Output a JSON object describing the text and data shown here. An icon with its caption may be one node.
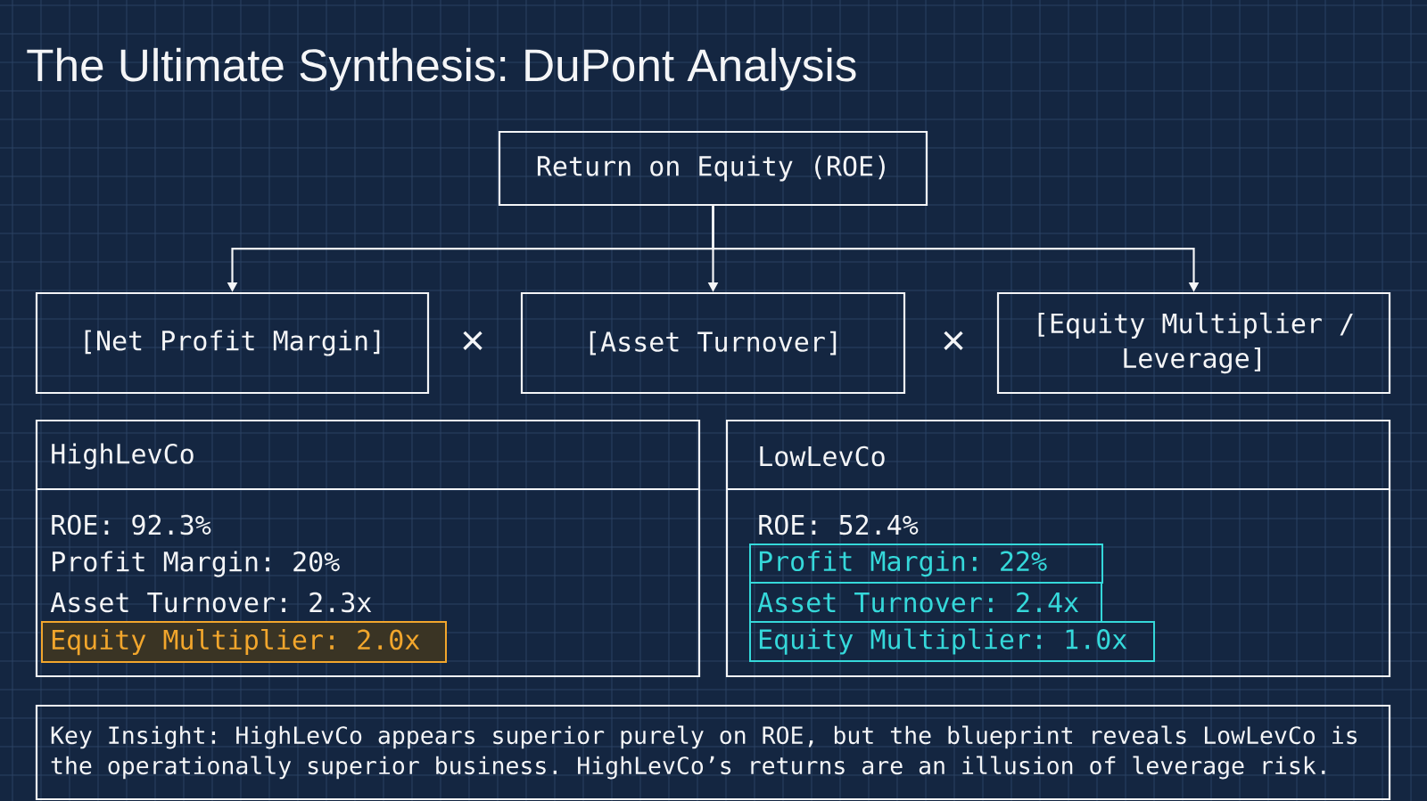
{
  "diagram": {
    "title": "The Ultimate Synthesis: DuPont Analysis",
    "nodes": [
      {
        "text": [
          "Return on Equity (ROE)"
        ]
      },
      {
        "text": [
          "[Net Profit Margin]"
        ]
      },
      {
        "text": [
          "[Asset Turnover]"
        ]
      },
      {
        "text": [
          "[Equity Multiplier / Leverage]"
        ]
      },
      {
        "text": [
          "HighLevCo",
          "ROE: 92.3%",
          "Profit Margin: 20%",
          "Asset Turnover: 2.3x"
        ]
      },
      {
        "text": [
          "Equity Multiplier: 2.0x"
        ],
        "in": 4
      },
      {
        "text": [
          "LowLevCo",
          "ROE: 52.4%"
        ]
      },
      {
        "text": [
          "Profit Margin: 22%"
        ],
        "in": 6
      },
      {
        "text": [
          "Asset Turnover: 2.4x"
        ],
        "in": 6
      },
      {
        "text": [
          "Equity Multiplier: 1.0x"
        ],
        "in": 6
      },
      {
        "text": [
          "Key Insight: HighLevCo appears superior purely on ROE, but the blueprint reveals LowLevCo is the operationally superior business. HighLevCo’s returns are an illusion of leverage risk."
        ]
      }
    ],
    "edges": [
      {
        "from": 0,
        "to": 1,
        "arrow": "to"
      },
      {
        "from": 0,
        "to": 2,
        "arrow": "to"
      },
      {
        "from": 0,
        "to": 3,
        "arrow": "to"
      }
    ],
    "labels": [
      "×",
      "×"
    ]
  }
}
